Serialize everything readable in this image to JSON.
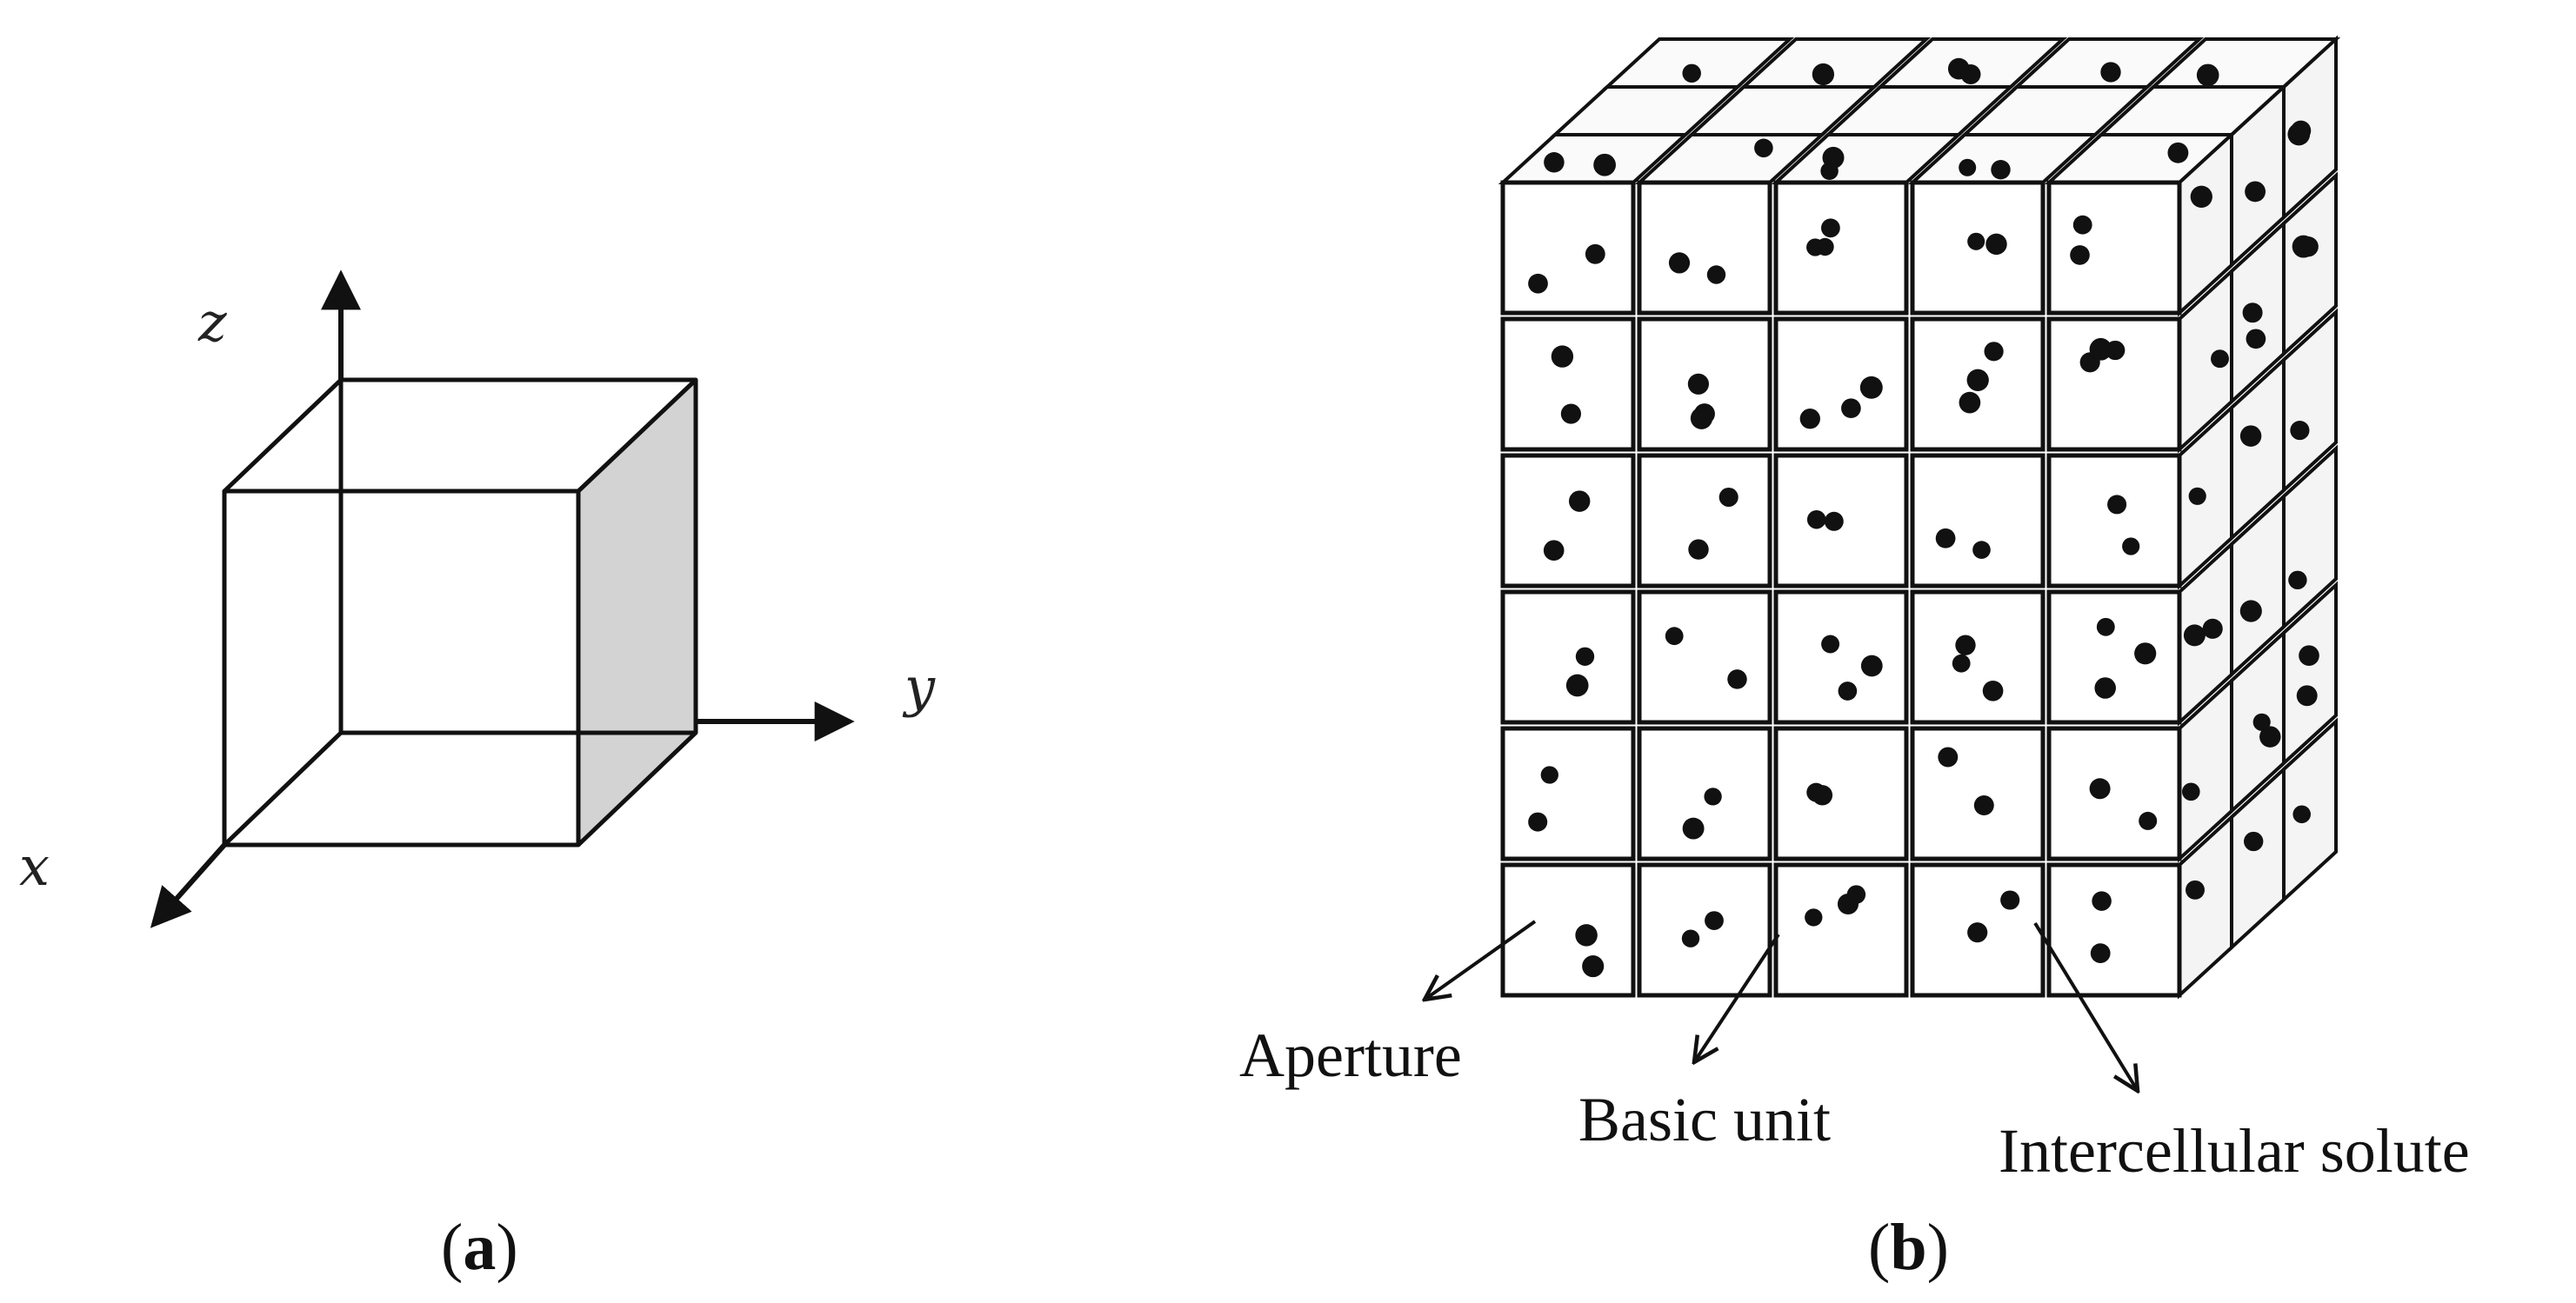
{
  "panel_a": {
    "caption_letter": "a",
    "axes": {
      "x": "x",
      "y": "y",
      "z": "z"
    },
    "shaded_face_color": "#d3d3d3"
  },
  "panel_b": {
    "caption_letter": "b",
    "callouts": {
      "aperture": "Aperture",
      "basic_unit": "Basic unit",
      "intercellular_solute": "Intercellular solute"
    },
    "grid": {
      "columns": 5,
      "rows": 6,
      "depth": 3
    }
  }
}
